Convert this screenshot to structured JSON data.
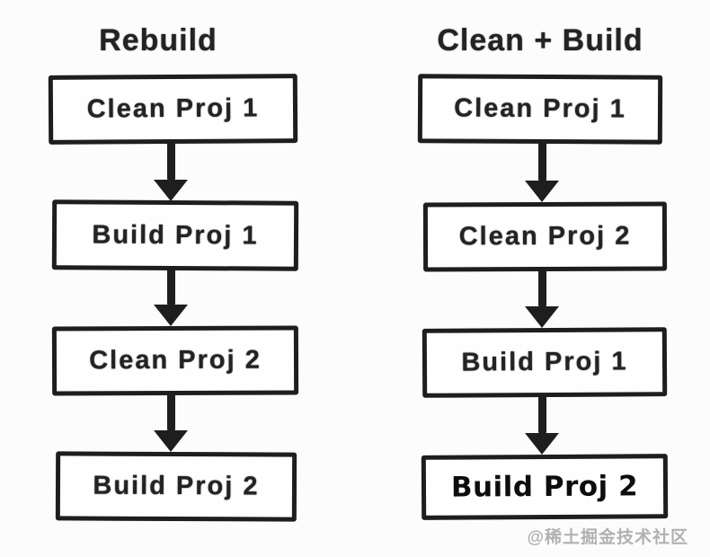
{
  "diagram": {
    "columns": [
      {
        "title": "Rebuild",
        "boxes": [
          "Clean Proj 1",
          "Build Proj 1",
          "Clean Proj 2",
          "Build Proj 2"
        ]
      },
      {
        "title": "Clean + Build",
        "boxes": [
          "Clean Proj 1",
          "Clean Proj 2",
          "Build Proj 1",
          "Build Proj 2"
        ]
      }
    ],
    "watermark": "@稀土掘金技术社区"
  },
  "colors": {
    "ink": "#1e1e1e",
    "text": "#232323",
    "watermark": "#b1b1b1",
    "bg": "#fcfcfc"
  }
}
